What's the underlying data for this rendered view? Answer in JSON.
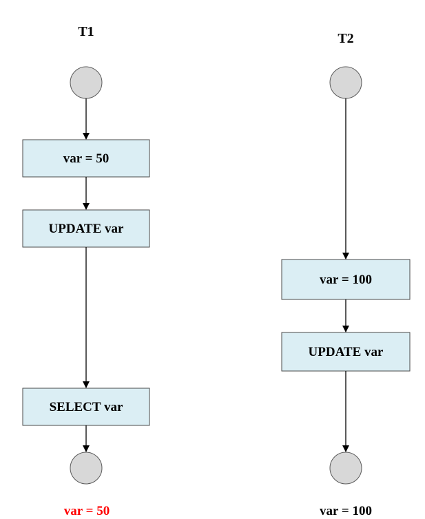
{
  "t1": {
    "title": "T1",
    "steps": [
      "var = 50",
      "UPDATE var",
      "SELECT var"
    ],
    "result": "var = 50",
    "result_color": "#ff0000"
  },
  "t2": {
    "title": "T2",
    "steps": [
      "var = 100",
      "UPDATE var"
    ],
    "result": "var = 100",
    "result_color": "#000000"
  },
  "colors": {
    "box_fill": "#dbeef4",
    "circle_fill": "#d8d8d8",
    "arrow": "#000000"
  }
}
